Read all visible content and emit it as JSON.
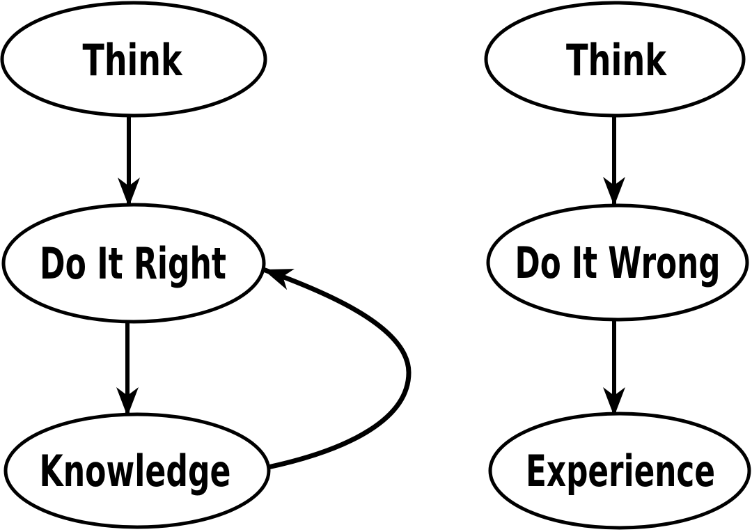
{
  "colors": {
    "background": "#ffffff",
    "stroke": "#000000",
    "text": "#000000"
  },
  "diagrams": [
    {
      "name": "right-way-flow",
      "nodes": [
        {
          "label": "Think"
        },
        {
          "label": "Do It Right"
        },
        {
          "label": "Knowledge"
        }
      ],
      "edges": [
        {
          "from": "Think",
          "to": "Do It Right",
          "style": "straight-arrow"
        },
        {
          "from": "Do It Right",
          "to": "Knowledge",
          "style": "straight-arrow"
        },
        {
          "from": "Knowledge",
          "to": "Do It Right",
          "style": "curved-feedback-arrow"
        }
      ]
    },
    {
      "name": "wrong-way-flow",
      "nodes": [
        {
          "label": "Think"
        },
        {
          "label": "Do It Wrong"
        },
        {
          "label": "Experience"
        }
      ],
      "edges": [
        {
          "from": "Think",
          "to": "Do It Wrong",
          "style": "straight-arrow"
        },
        {
          "from": "Do It Wrong",
          "to": "Experience",
          "style": "straight-arrow"
        }
      ]
    }
  ]
}
